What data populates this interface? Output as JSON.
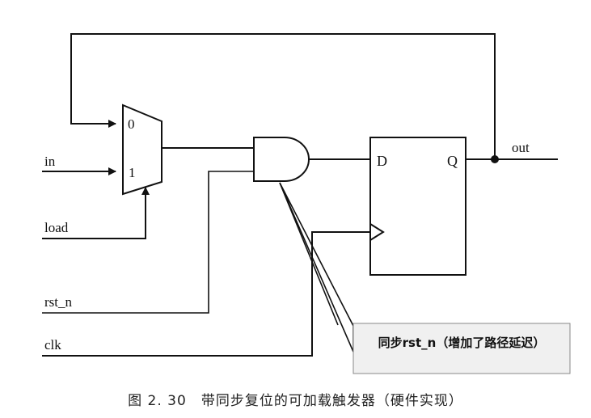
{
  "signals": {
    "in": "in",
    "load": "load",
    "rst_n": "rst_n",
    "clk": "clk",
    "out": "out"
  },
  "mux": {
    "input0": "0",
    "input1": "1"
  },
  "flipflop": {
    "d": "D",
    "q": "Q"
  },
  "callout": {
    "text": "同步rst_n（增加了路径延迟）"
  },
  "caption": "图 2. 30　带同步复位的可加载触发器（硬件实现）"
}
